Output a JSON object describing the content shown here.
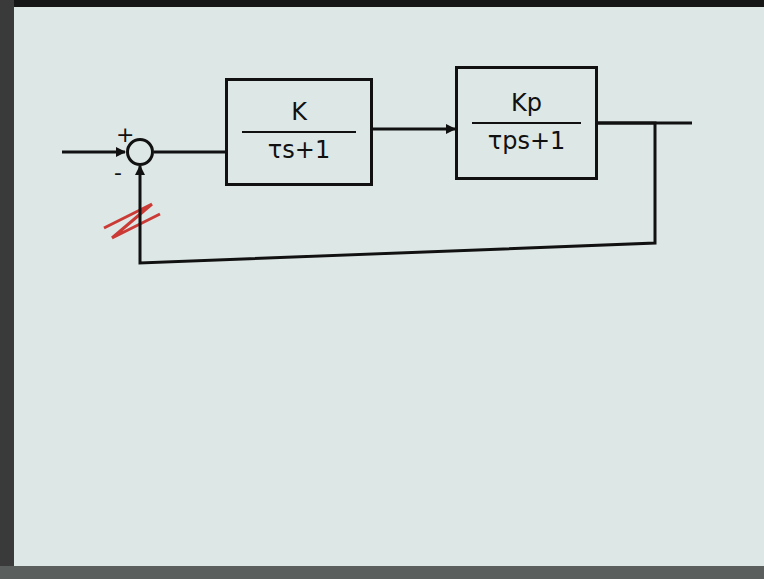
{
  "diagram": {
    "nodes": [
      {
        "text": [
          "+",
          "-"
        ]
      },
      {
        "text": [
          "K",
          "τs+1"
        ]
      },
      {
        "text": [
          "Kp",
          "τps+1"
        ]
      }
    ],
    "edges": [
      {
        "from": 0,
        "to": 1,
        "arrow": "none"
      },
      {
        "from": 1,
        "to": 2,
        "arrow": "to"
      },
      {
        "from": 2,
        "to": 0,
        "arrow": "to"
      }
    ]
  }
}
